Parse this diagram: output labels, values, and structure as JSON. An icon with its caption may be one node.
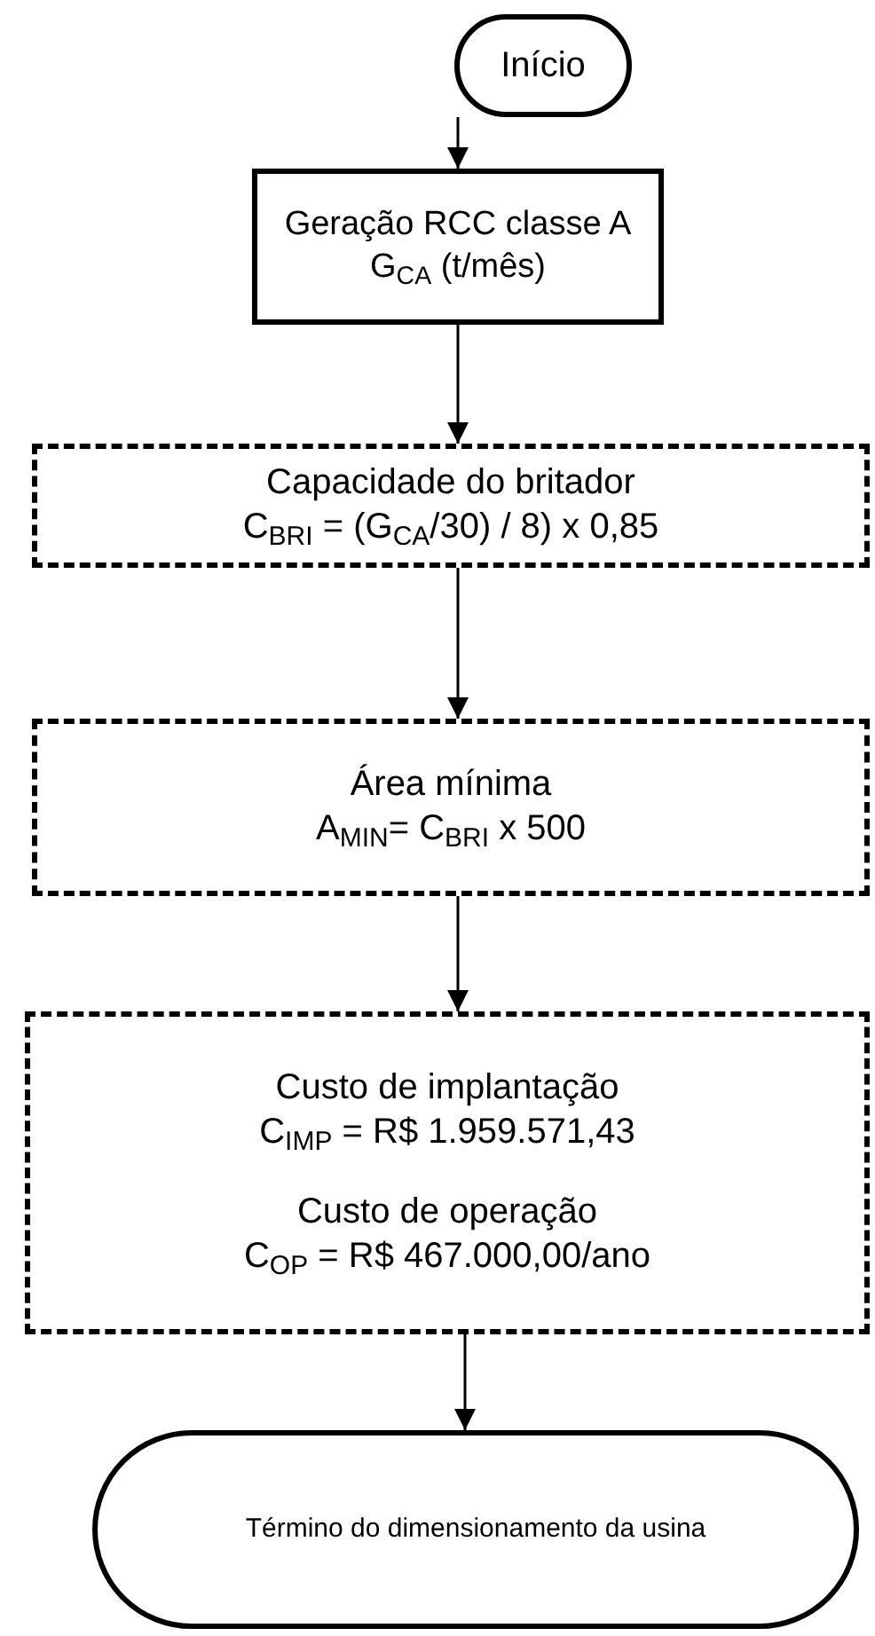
{
  "diagram": {
    "nodes": [
      {
        "text": [
          "Início"
        ]
      },
      {
        "text": [
          "Geração RCC classe A",
          "G$_{CA}$ (t/mês)"
        ]
      },
      {
        "text": [
          "Capacidade do britador",
          "C$_{BRI}$ = (G$_{CA}$/30) / 8) x 0,85"
        ]
      },
      {
        "text": [
          "Área mínima",
          "A$_{MIN}$= C$_{BRI}$ x 500"
        ]
      },
      {
        "text": [
          "Custo de implantação",
          "C$_{IMP}$ = R$ 1.959.571,43",
          "Custo de operação",
          "C$_{OP}$ = R$ 467.000,00/ano"
        ]
      },
      {
        "text": [
          "Término do dimensionamento da usina"
        ]
      }
    ],
    "edges": [
      {
        "from": 0,
        "to": 1,
        "arrow": "to"
      },
      {
        "from": 1,
        "to": 2,
        "arrow": "to"
      },
      {
        "from": 2,
        "to": 3,
        "arrow": "to"
      },
      {
        "from": 3,
        "to": 4,
        "arrow": "to"
      },
      {
        "from": 4,
        "to": 5,
        "arrow": "to"
      }
    ]
  }
}
